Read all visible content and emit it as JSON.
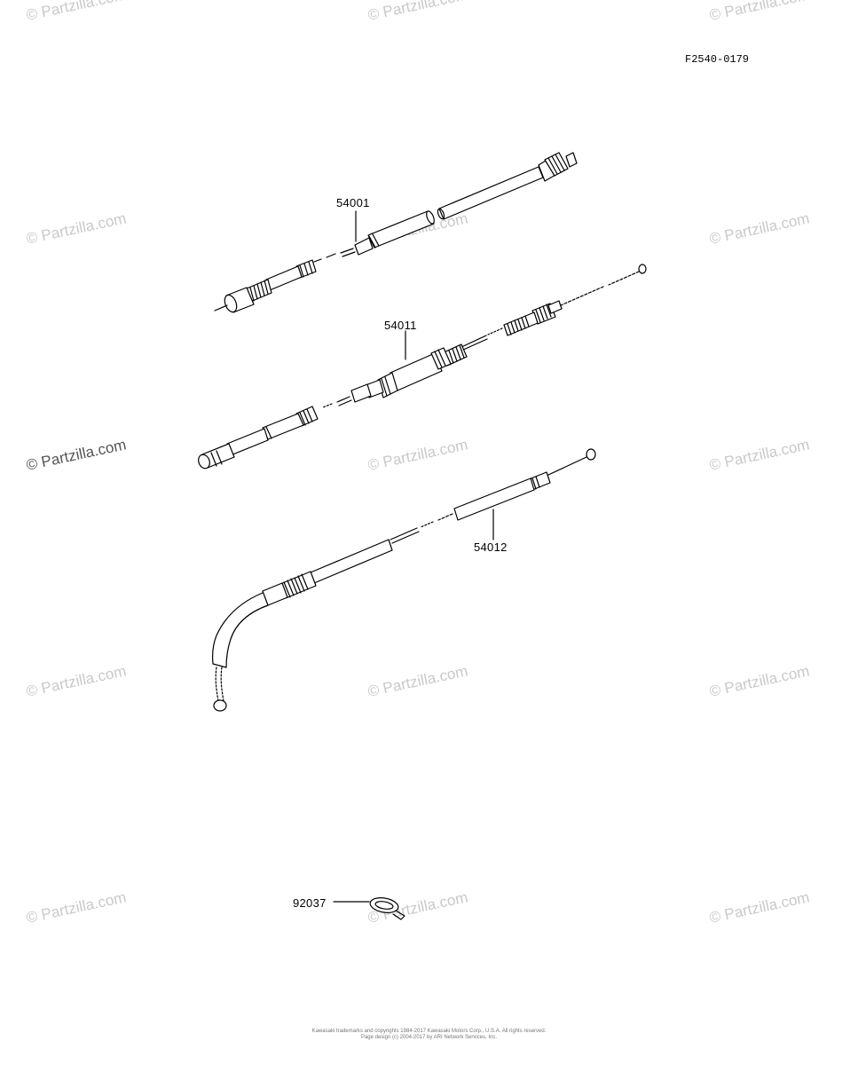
{
  "diagram": {
    "figure_ref": "F2540-0179",
    "parts": [
      {
        "id": "speedometer-cable",
        "code": "54001"
      },
      {
        "id": "throttle-cable",
        "code": "54011"
      },
      {
        "id": "choke-cable",
        "code": "54012"
      },
      {
        "id": "clamp",
        "code": "92037"
      }
    ]
  },
  "watermark": {
    "text": "© Partzilla.com"
  },
  "footer": {
    "line1": "Kawasaki trademarks and copyrights 1984-2017 Kawasaki Motors Corp., U.S.A. All rights reserved.",
    "line2": "Page design (c) 2004-2017 by ARI Network Services, Inc."
  },
  "colors": {
    "line": "#000000",
    "watermark": "#c9c9c9"
  }
}
